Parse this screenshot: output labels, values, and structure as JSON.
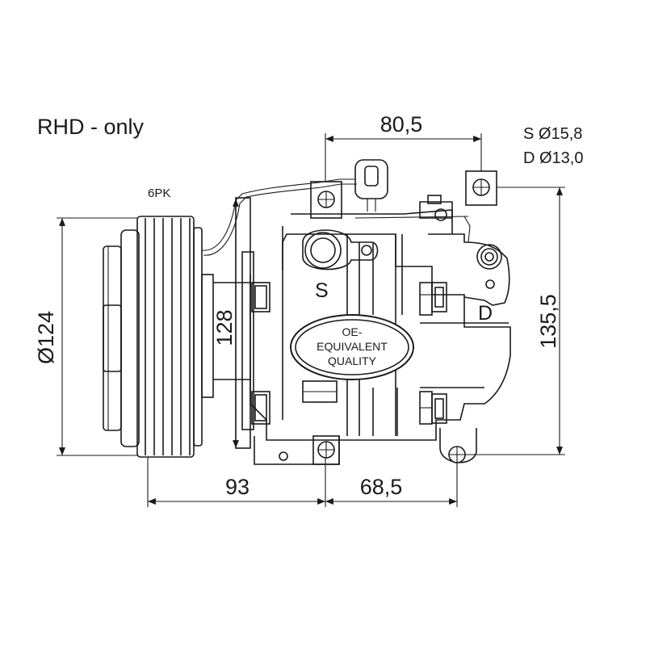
{
  "title": "RHD - only",
  "belt": "6PK",
  "ports": {
    "suction_spec": "S Ø15,8",
    "discharge_spec": "D Ø13,0",
    "suction_mark": "S",
    "discharge_mark": "D"
  },
  "dimensions": {
    "top_width": "80,5",
    "pulley_diameter": "Ø124",
    "inner_height": "128",
    "total_height": "135,5",
    "bottom_left": "93",
    "bottom_right": "68,5"
  },
  "stamp": {
    "line1": "OE-",
    "line2": "EQUIVALENT",
    "line3": "QUALITY"
  }
}
